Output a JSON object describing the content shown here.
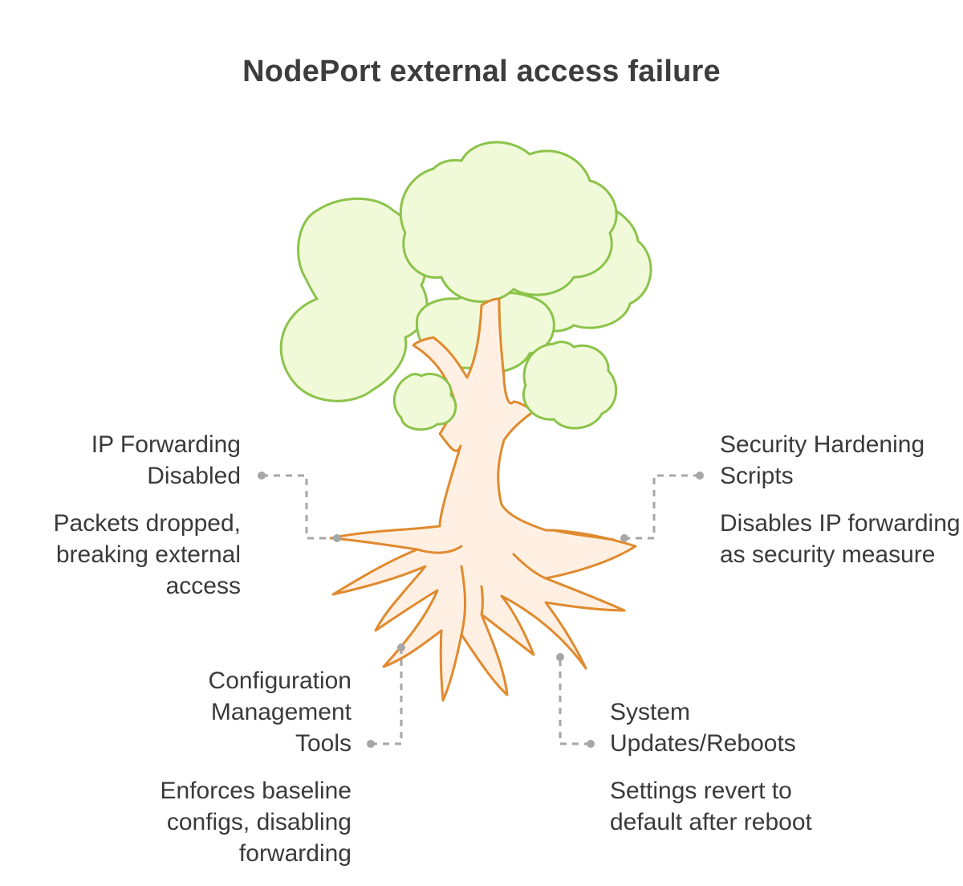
{
  "title": "NodePort external access failure",
  "colors": {
    "canopy_fill": "#f0fad9",
    "canopy_stroke": "#8bc34a",
    "trunk_fill": "#fff0e3",
    "trunk_stroke": "#e08a2e",
    "connector": "#a6a6a6",
    "text": "#3a3a3a"
  },
  "causes": [
    {
      "heading": "IP Forwarding Disabled",
      "description": "Packets dropped, breaking external access"
    },
    {
      "heading": "Security Hardening Scripts",
      "description": "Disables IP forwarding as security measure"
    },
    {
      "heading": "Configuration Management Tools",
      "description": "Enforces baseline configs, disabling forwarding"
    },
    {
      "heading": "System Updates/Reboots",
      "description": "Settings revert to default after reboot"
    }
  ]
}
